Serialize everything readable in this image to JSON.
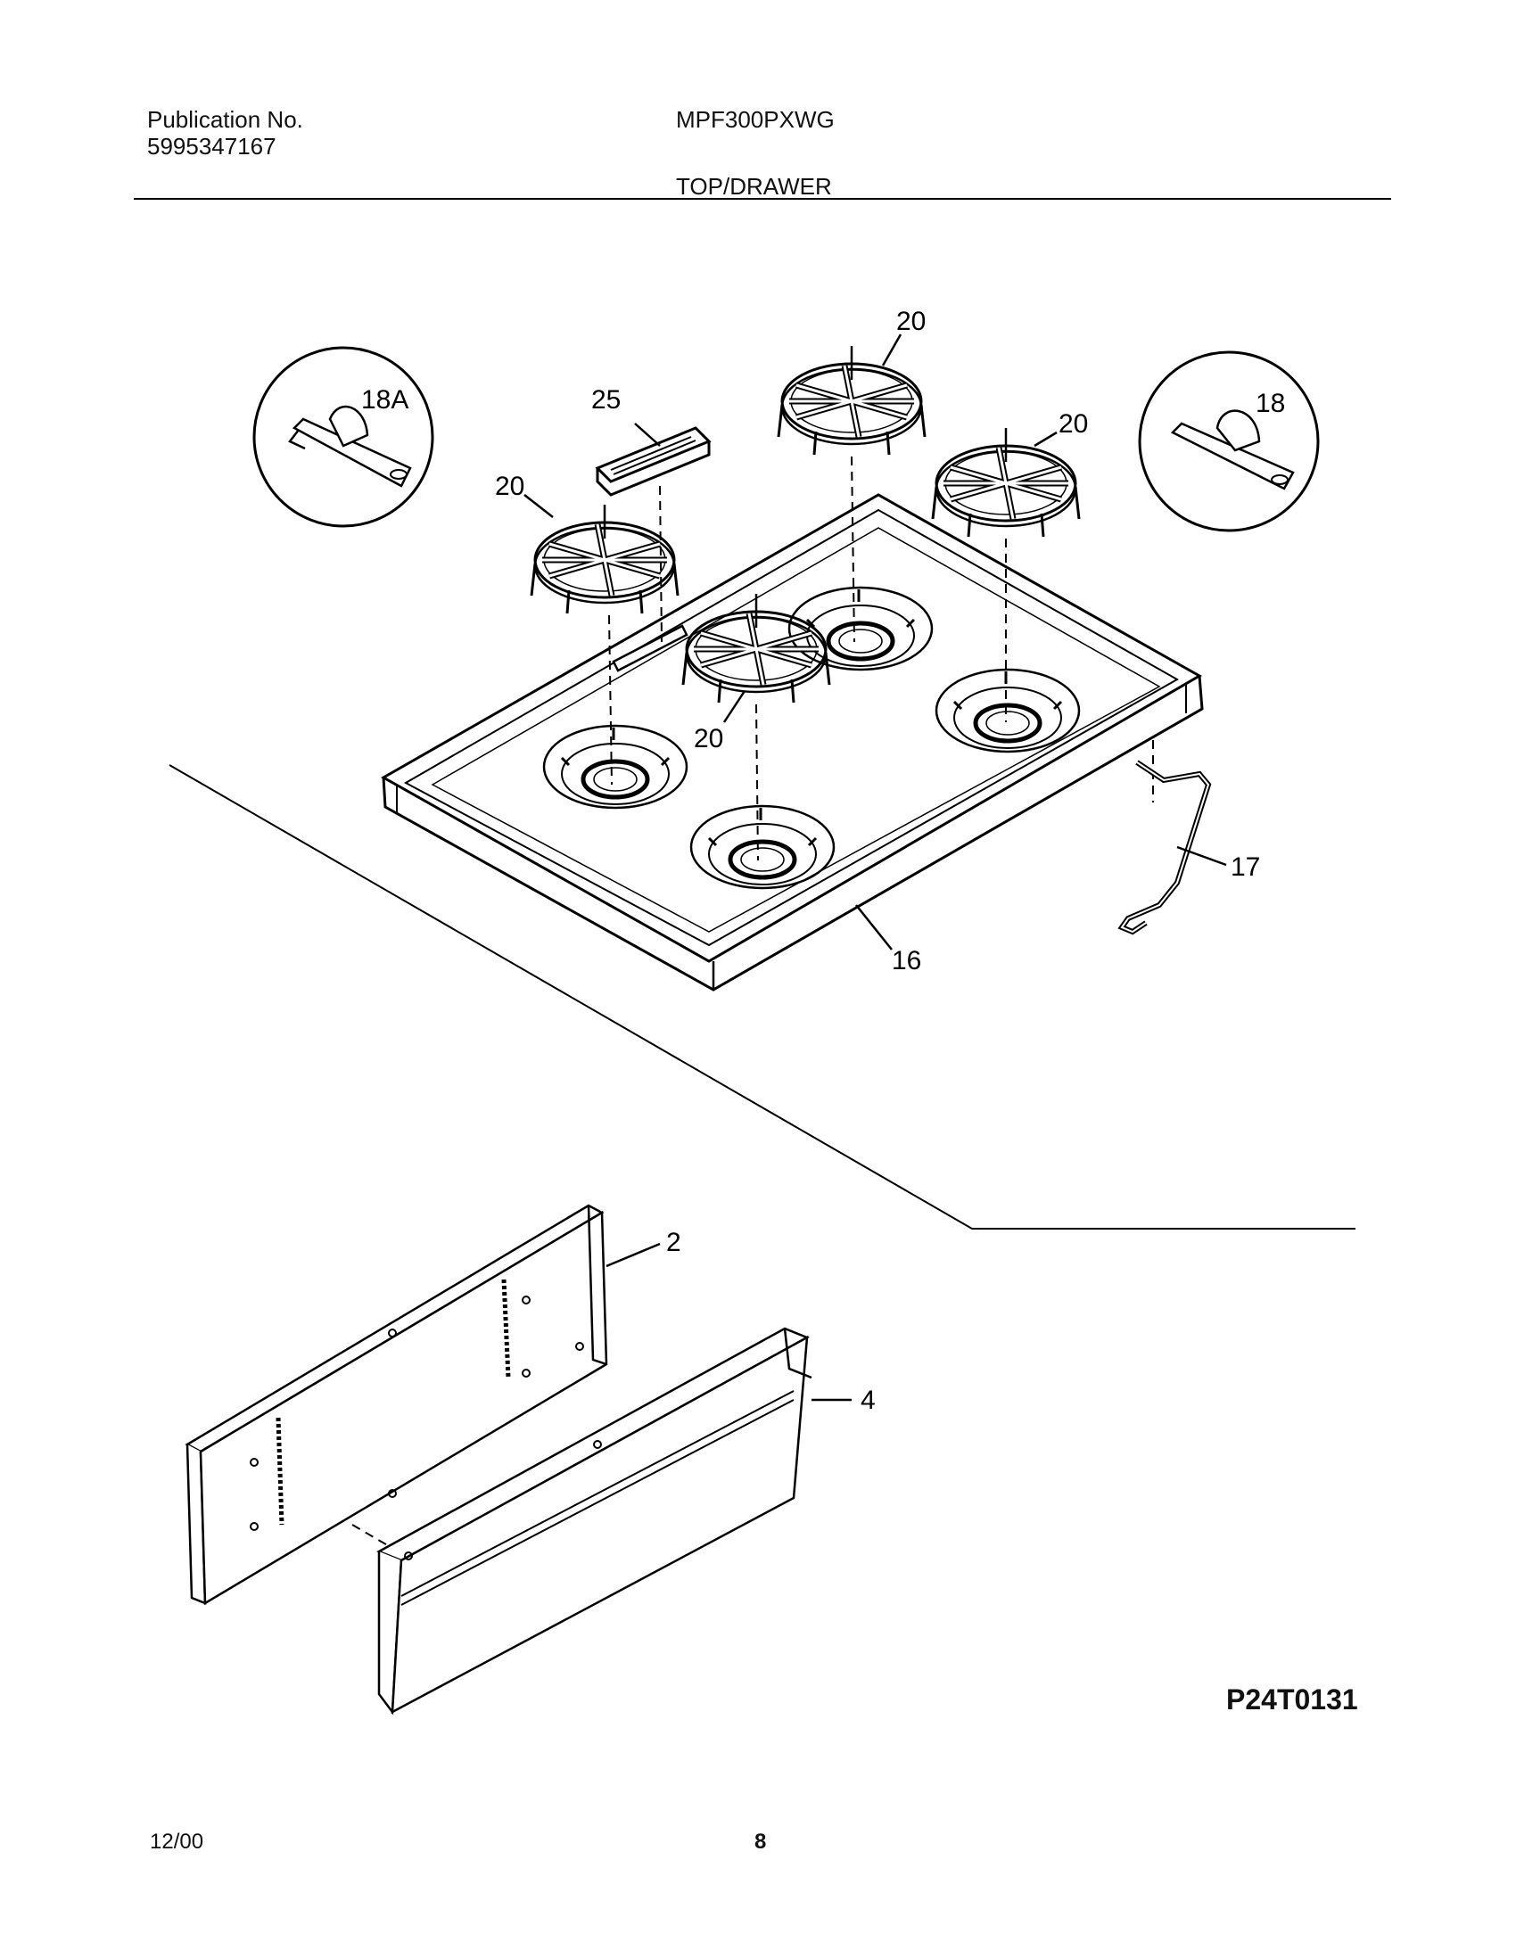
{
  "header": {
    "publication_label": "Publication No.",
    "publication_number": "5995347167",
    "model": "MPF300PXWG",
    "section": "TOP/DRAWER"
  },
  "callouts": {
    "c20a": "20",
    "c20b": "20",
    "c20c": "20",
    "c20d": "20",
    "c25": "25",
    "c18a": "18A",
    "c18": "18",
    "c17": "17",
    "c16": "16",
    "c2": "2",
    "c4": "4"
  },
  "diagram_code": "P24T0131",
  "footer": {
    "date": "12/00",
    "page": "8"
  }
}
